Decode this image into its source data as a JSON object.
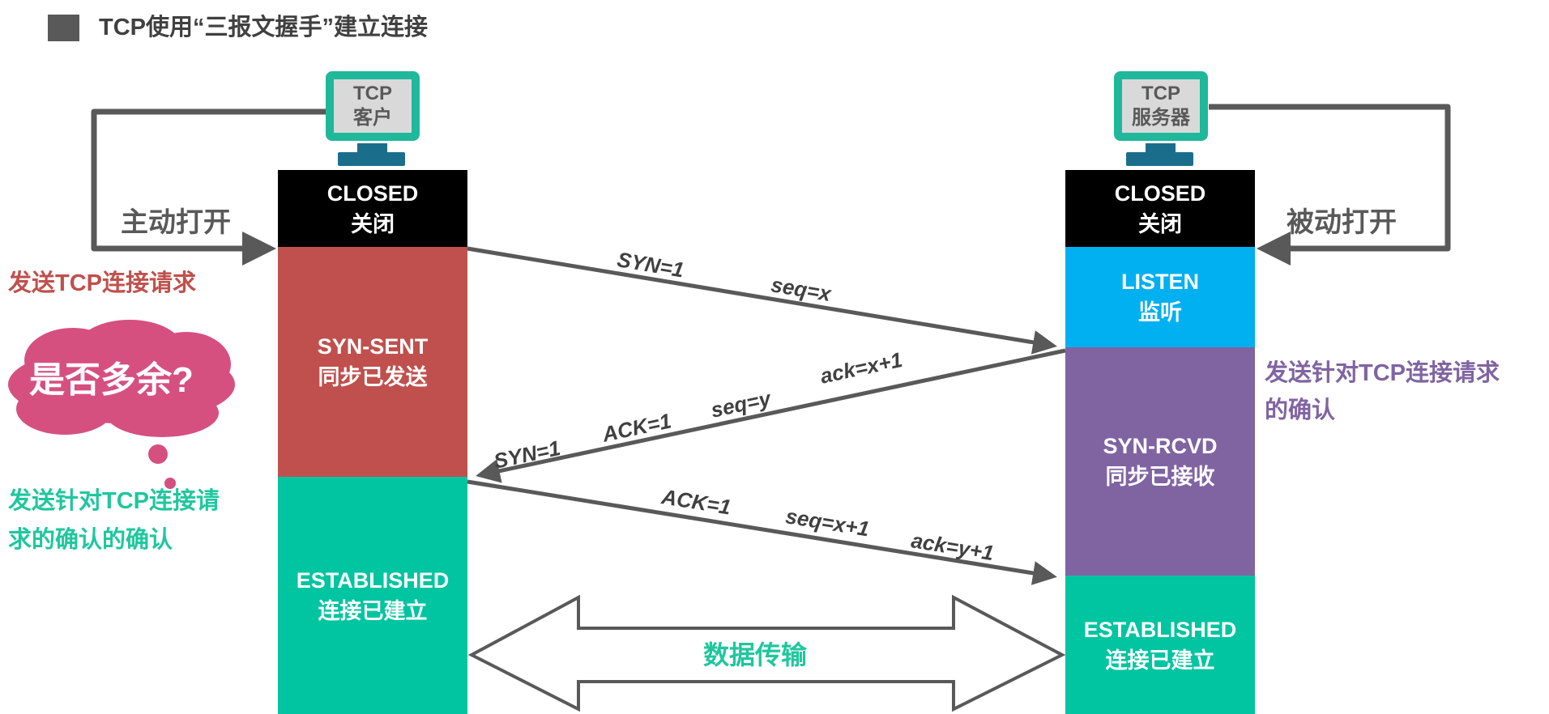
{
  "title": "TCP使用“三报文握手”建立连接",
  "client": {
    "monitor_line1": "TCP",
    "monitor_line2": "客户",
    "open_label": "主动打开",
    "states": [
      {
        "name": "CLOSED",
        "cn": "关闭",
        "color": "#000000"
      },
      {
        "name": "SYN-SENT",
        "cn": "同步已发送",
        "color": "#c0504d"
      },
      {
        "name": "ESTABLISHED",
        "cn": "连接已建立",
        "color": "#00c5a0"
      }
    ]
  },
  "server": {
    "monitor_line1": "TCP",
    "monitor_line2": "服务器",
    "open_label": "被动打开",
    "states": [
      {
        "name": "CLOSED",
        "cn": "关闭",
        "color": "#000000"
      },
      {
        "name": "LISTEN",
        "cn": "监听",
        "color": "#00b0f0"
      },
      {
        "name": "SYN-RCVD",
        "cn": "同步已接收",
        "color": "#8064a2"
      },
      {
        "name": "ESTABLISHED",
        "cn": "连接已建立",
        "color": "#00c5a0"
      }
    ]
  },
  "messages": {
    "m1": [
      "SYN=1",
      "seq=x"
    ],
    "m2": [
      "SYN=1",
      "ACK=1",
      "seq=y",
      "ack=x+1"
    ],
    "m3": [
      "ACK=1",
      "seq=x+1",
      "ack=y+1"
    ]
  },
  "annotations": {
    "send_request": "发送TCP连接请求",
    "question": "是否多余?",
    "ack_of_ack_line1": "发送针对TCP连接请",
    "ack_of_ack_line2": "求的确认的确认",
    "server_ack_line1": "发送针对TCP连接请求",
    "server_ack_line2": "的确认",
    "data_transfer": "数据传输"
  },
  "colors": {
    "red_text": "#c0504d",
    "teal_text": "#1fc79e",
    "purple_text": "#8064a2",
    "cloud": "#d6507f",
    "line": "#595959"
  }
}
